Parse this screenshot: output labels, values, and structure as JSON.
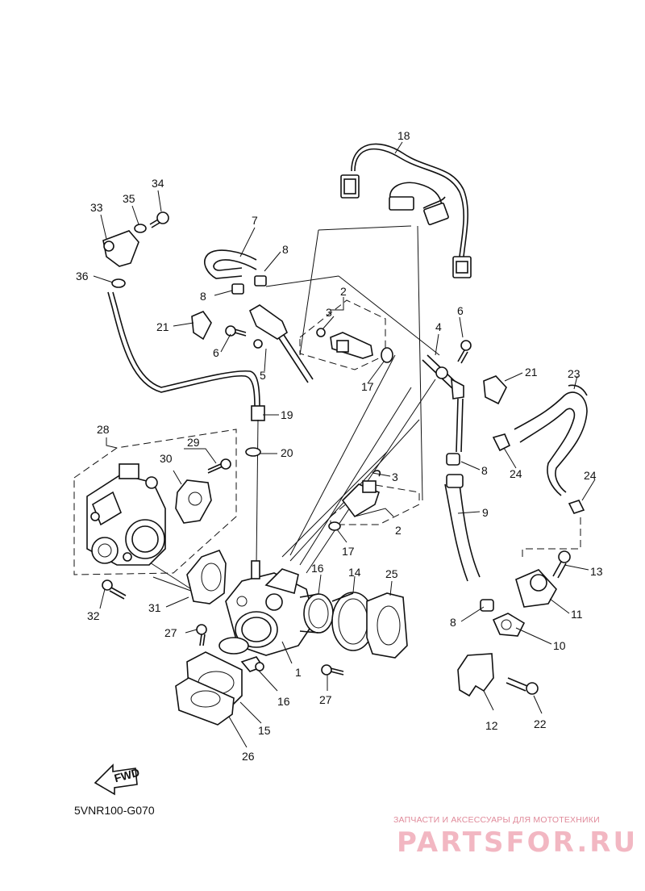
{
  "diagram": {
    "code": "5VNR100-G070",
    "fwd_label": "FWD",
    "callouts": {
      "c1": "1",
      "c2a": "2",
      "c2b": "2",
      "c3a": "3",
      "c3b": "3",
      "c4": "4",
      "c5": "5",
      "c6a": "6",
      "c6b": "6",
      "c7": "7",
      "c8a": "8",
      "c8b": "8",
      "c8c": "8",
      "c8d": "8",
      "c9": "9",
      "c10": "10",
      "c11": "11",
      "c12": "12",
      "c13": "13",
      "c14": "14",
      "c15": "15",
      "c16a": "16",
      "c16b": "16",
      "c17a": "17",
      "c17b": "17",
      "c18": "18",
      "c19": "19",
      "c20": "20",
      "c21a": "21",
      "c21b": "21",
      "c22": "22",
      "c23": "23",
      "c24a": "24",
      "c24b": "24",
      "c25": "25",
      "c26": "26",
      "c27a": "27",
      "c27b": "27",
      "c28": "28",
      "c29": "29",
      "c30": "30",
      "c31": "31",
      "c32": "32",
      "c33": "33",
      "c34": "34",
      "c35": "35",
      "c36": "36"
    }
  },
  "watermark": {
    "tagline": "ЗАПЧАСТИ И АКСЕССУАРЫ ДЛЯ МОТОТЕХНИКИ",
    "logo": "PARTSFOR.RU"
  }
}
